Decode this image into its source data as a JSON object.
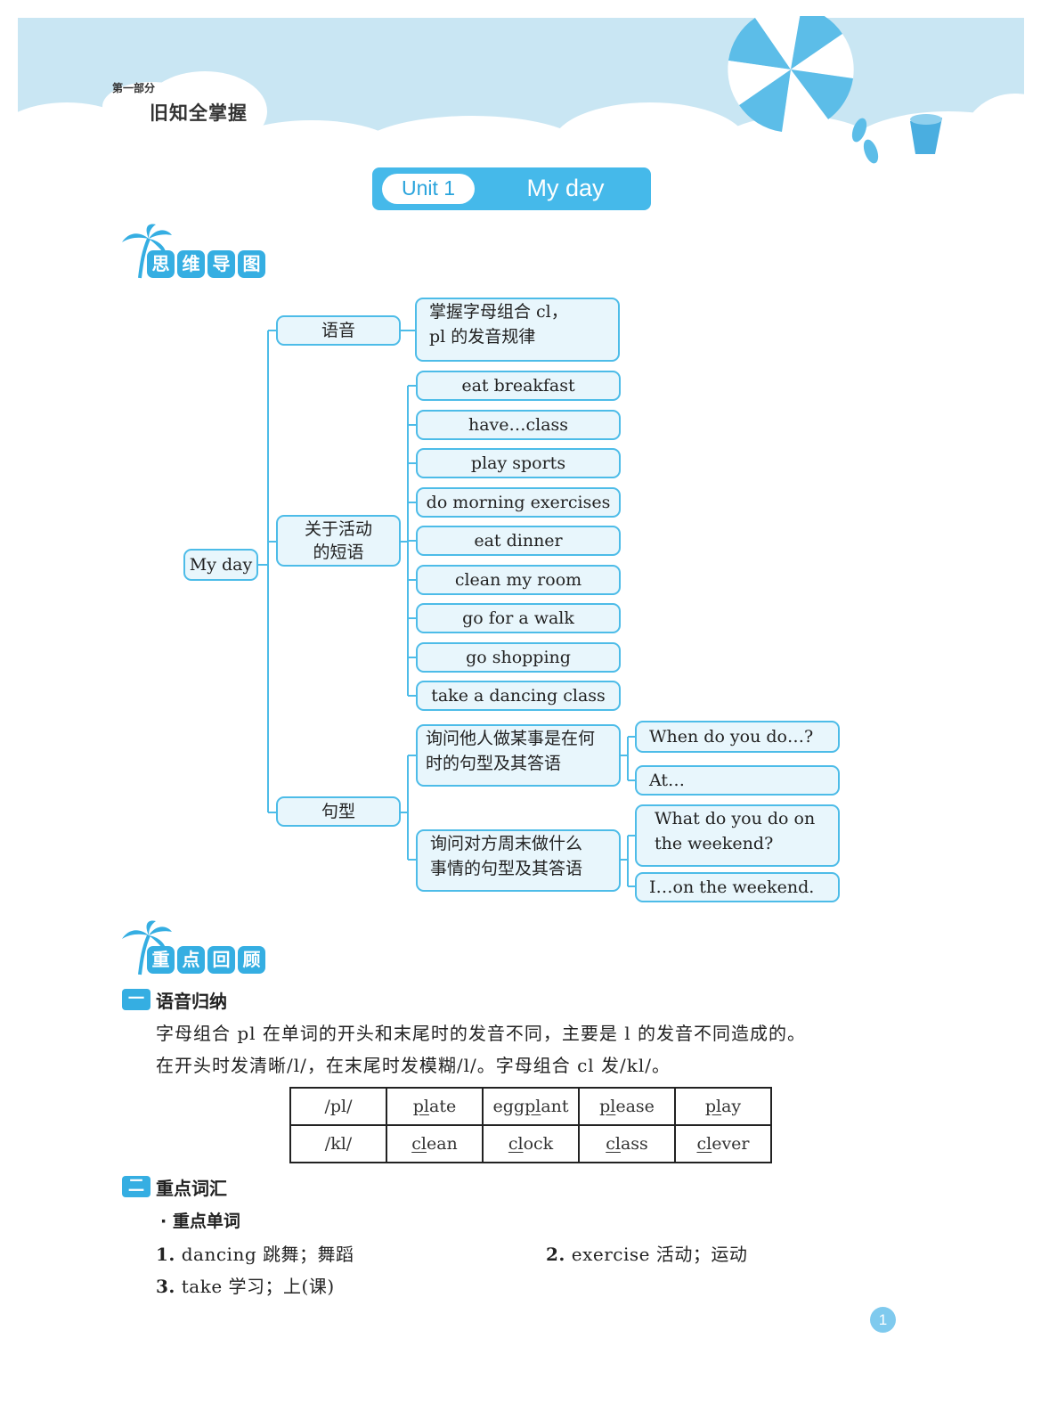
{
  "header": {
    "part_label": "第一部分",
    "part_title": "旧知全掌握"
  },
  "unit": {
    "number": "Unit 1",
    "title": "My day"
  },
  "sections": {
    "mindmap": {
      "title": [
        "思",
        "维",
        "导",
        "图"
      ]
    },
    "review": {
      "title": [
        "重",
        "点",
        "回",
        "顾"
      ]
    }
  },
  "mindmap": {
    "root": "My day",
    "branches": {
      "phonics": {
        "label": "语音",
        "detail_lines": [
          "掌握字母组合 cl，",
          "pl 的发音规律"
        ]
      },
      "activities": {
        "label_lines": [
          "关于活动",
          "的短语"
        ],
        "items": [
          "eat breakfast",
          "have…class",
          "play sports",
          "do morning exercises",
          "eat dinner",
          "clean my room",
          "go for a walk",
          "go shopping",
          "take a dancing class"
        ]
      },
      "sentences": {
        "label": "句型",
        "q1": {
          "lines": [
            "询问他人做某事是在何",
            "时的句型及其答语"
          ],
          "answers": [
            "When do you do…?",
            "At…"
          ]
        },
        "q2": {
          "lines": [
            "询问对方周末做什么",
            "事情的句型及其答语"
          ],
          "answers_lines": [
            [
              "What do you do on",
              "the weekend?"
            ],
            [
              "I…on the weekend."
            ]
          ]
        }
      }
    }
  },
  "review": {
    "sub1": {
      "mark": "一",
      "title": "语音归纳",
      "lines": [
        "字母组合 pl 在单词的开头和末尾时的发音不同，主要是 l 的发音不同造成的。",
        "在开头时发清晰/l/，在末尾时发模糊/l/。字母组合 cl 发/kl/。"
      ]
    },
    "table": [
      [
        {
          "pre": "/pl/",
          "u": "",
          "post": ""
        },
        {
          "pre": "",
          "u": "pl",
          "post": "ate"
        },
        {
          "pre": "egg",
          "u": "pl",
          "post": "ant"
        },
        {
          "pre": "",
          "u": "pl",
          "post": "ease"
        },
        {
          "pre": "",
          "u": "pl",
          "post": "ay"
        }
      ],
      [
        {
          "pre": "/kl/",
          "u": "",
          "post": ""
        },
        {
          "pre": "",
          "u": "cl",
          "post": "ean"
        },
        {
          "pre": "",
          "u": "cl",
          "post": "ock"
        },
        {
          "pre": "",
          "u": "cl",
          "post": "ass"
        },
        {
          "pre": "",
          "u": "cl",
          "post": "ever"
        }
      ]
    ],
    "sub2": {
      "mark": "二",
      "title": "重点词汇",
      "bullet": "· 重点单词"
    },
    "words": [
      {
        "num": "1.",
        "word": "dancing",
        "meaning": "跳舞；舞蹈"
      },
      {
        "num": "2.",
        "word": "exercise",
        "meaning": "活动；运动"
      },
      {
        "num": "3.",
        "word": "take",
        "meaning": "学习；上(课)"
      }
    ]
  },
  "page_number": "1",
  "colors": {
    "accent": "#35aee2",
    "node_fill": "#e8f6fc",
    "node_border": "#4dbce8",
    "header_sky": "#c9e6f3"
  }
}
